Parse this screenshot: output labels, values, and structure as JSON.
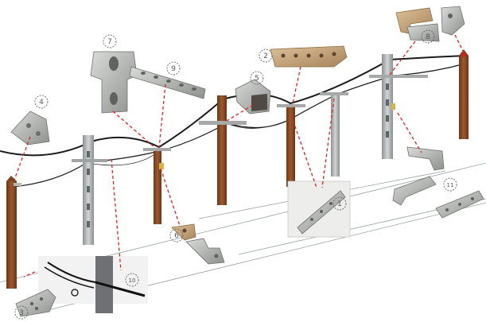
{
  "diagram": {
    "callouts": [
      {
        "id": "c1",
        "label": "1"
      },
      {
        "id": "c2",
        "label": "2"
      },
      {
        "id": "c3",
        "label": "3"
      },
      {
        "id": "c4",
        "label": "4"
      },
      {
        "id": "c5",
        "label": "5"
      },
      {
        "id": "c6",
        "label": "6"
      },
      {
        "id": "c7",
        "label": "7"
      },
      {
        "id": "c8",
        "label": "8"
      },
      {
        "id": "c9",
        "label": "9"
      },
      {
        "id": "c10",
        "label": "10"
      },
      {
        "id": "c11",
        "label": "11"
      }
    ],
    "colors": {
      "wood_pole": "#8a4a24",
      "concrete_pole": "#bfc3c4",
      "wire": "#1b1b1b",
      "leader_line": "#e02424",
      "metal_part": "#b7b9b6",
      "brass_part": "#c8a77c"
    }
  }
}
